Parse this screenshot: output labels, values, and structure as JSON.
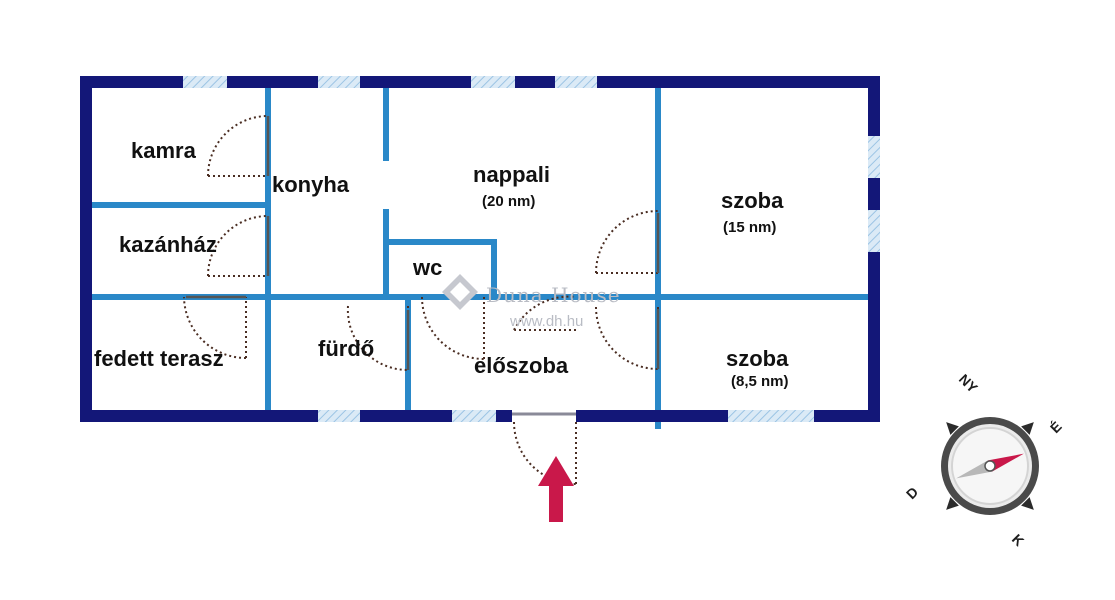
{
  "rooms": {
    "kamra": "kamra",
    "konyha": "konyha",
    "nappali": "nappali",
    "nappali_area": "(20 nm)",
    "szoba1": "szoba",
    "szoba1_area": "(15 nm)",
    "kazanhaz": "kazánház",
    "wc": "wc",
    "fedett_terasz": "fedett terasz",
    "furdo": "fürdő",
    "eloszoba": "előszoba",
    "szoba2": "szoba",
    "szoba2_area": "(8,5 nm)"
  },
  "watermark": {
    "brand": "Duna House",
    "url": "www.dh.hu"
  },
  "compass": {
    "north": "NY",
    "east": "É",
    "south": "D",
    "west": "K"
  },
  "colors": {
    "outer_wall": "#131778",
    "inner_wall": "#2a88c8",
    "window": "#b7d6ec",
    "door_swing": "#4a2d22",
    "entrance_arrow": "#c9184a",
    "compass_ring": "#3a3a3a",
    "compass_needle": "#c9184a"
  }
}
